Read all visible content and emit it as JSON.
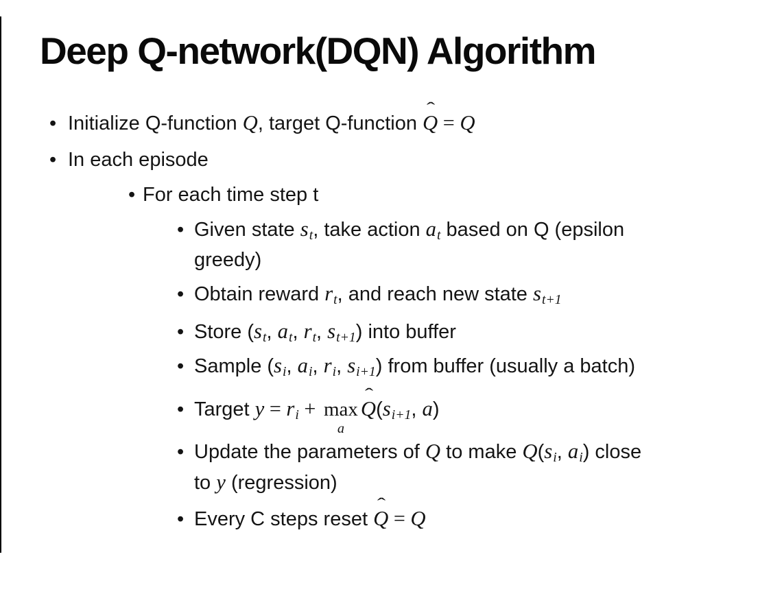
{
  "colors": {
    "background": "#ffffff",
    "text": "#141414",
    "edge_line": "#000000"
  },
  "slide": {
    "title": "Deep Q-network(DQN) Algorithm",
    "bullet_char": "•",
    "hat_char": "ˆ",
    "b1": {
      "t1": "Initialize Q-function ",
      "m1": "Q",
      "t2": ", target Q-function ",
      "m2": "Q",
      "eq": " = ",
      "m3": "Q"
    },
    "b2": {
      "t1": "In each episode"
    },
    "b3": {
      "t1": "For each time step t"
    },
    "b4": {
      "l1": {
        "t1": "Given state ",
        "m1": "s",
        "s1": "t",
        "t2": ", take action ",
        "m2": "a",
        "s2": "t",
        "t3": " based on Q (epsilon"
      },
      "l2": {
        "t1": "greedy)"
      }
    },
    "b5": {
      "t1": "Obtain reward ",
      "m1": "r",
      "s1": "t",
      "t2": ", and reach new state ",
      "m2": "s",
      "s2": "t+1"
    },
    "b6": {
      "t1": "Store (",
      "m1": "s",
      "s1": "t",
      "t2": ", ",
      "m2": "a",
      "s2": "t",
      "t3": ", ",
      "m3": "r",
      "s3": "t",
      "t4": ", ",
      "m4": "s",
      "s4": "t+1",
      "t5": ") into buffer"
    },
    "b7": {
      "t1": "Sample (",
      "m1": "s",
      "s1": "i",
      "t2": ", ",
      "m2": "a",
      "s2": "i",
      "t3": ", ",
      "m3": "r",
      "s3": "i",
      "t4": ", ",
      "m4": "s",
      "s4": "i+1",
      "t5": ") from buffer (usually a batch)"
    },
    "b8": {
      "t1": "Target ",
      "m1": "y",
      "eq1": " = ",
      "m2": "r",
      "s2": "i",
      "plus": " + ",
      "op": "max",
      "under": "a",
      "m3": "Q",
      "t4": "(",
      "m4": "s",
      "s4": "i+1",
      "t5": ", ",
      "m5": "a",
      "t6": ")"
    },
    "b9": {
      "l1": {
        "t1": "Update the parameters of ",
        "m1": "Q",
        "t2": " to make ",
        "m2": "Q",
        "t3": "(",
        "m3": "s",
        "s3": "i",
        "t4": ", ",
        "m4": "a",
        "s4": "i",
        "t5": ") close"
      },
      "l2": {
        "t1": "to ",
        "m1": "y",
        "t2": " (regression)"
      }
    },
    "b10": {
      "t1": "Every C steps reset ",
      "m1": "Q",
      "eq": " = ",
      "m2": "Q"
    }
  }
}
